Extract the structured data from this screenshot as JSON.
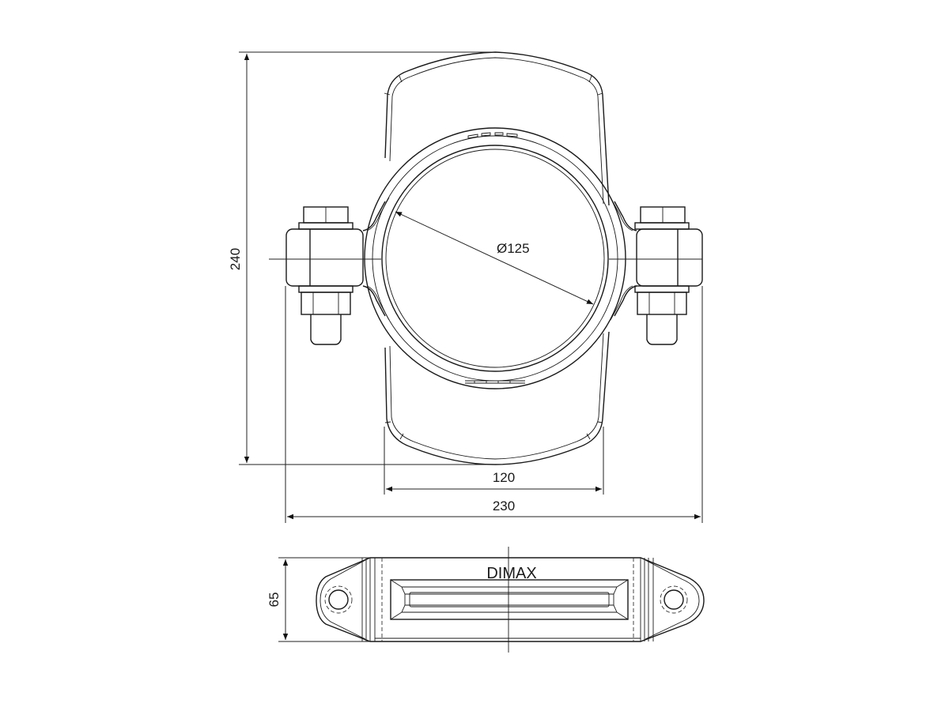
{
  "drawing": {
    "product_marking": "DIMAX",
    "front_view": {
      "dimensions": {
        "height": "240",
        "bore_diameter": "Ø125",
        "body_width": "120",
        "overall_width": "230"
      }
    },
    "top_view": {
      "dimensions": {
        "depth": "65"
      }
    }
  },
  "colors": {
    "line": "#1a1a1a",
    "background": "#ffffff"
  }
}
